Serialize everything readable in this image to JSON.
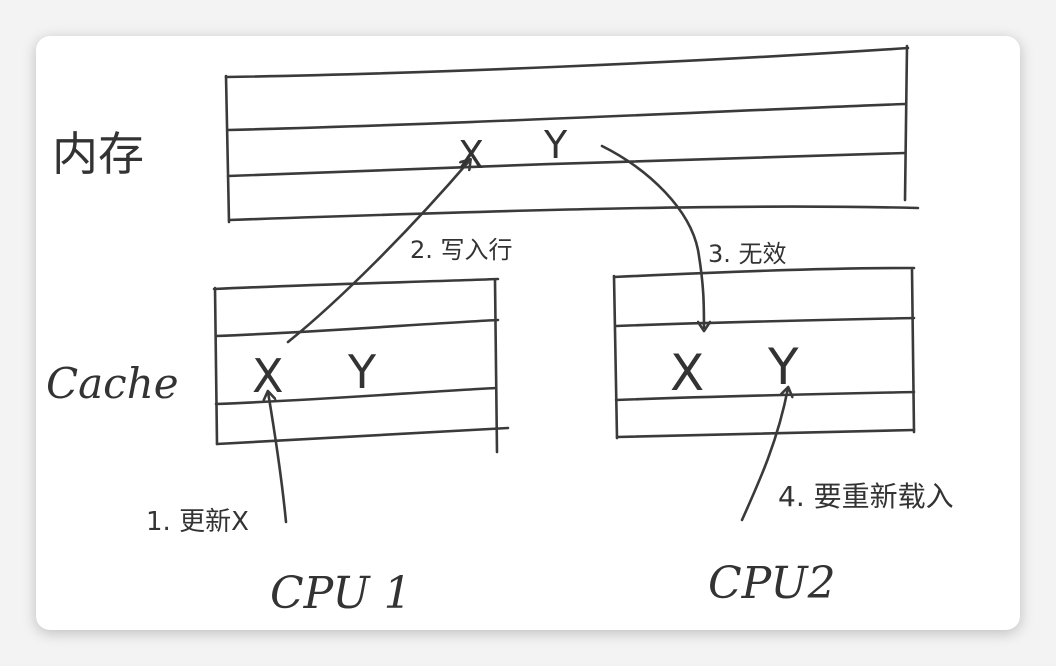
{
  "labels": {
    "memory": "内存",
    "cache": "Cache",
    "cpu1": "CPU 1",
    "cpu2": "CPU2",
    "mem_x": "X",
    "mem_y": "Y",
    "c1_x": "X",
    "c1_y": "Y",
    "c2_x": "X",
    "c2_y": "Y"
  },
  "steps": {
    "step1": "1. 更新X",
    "step2": "2. 写入行",
    "step3": "3. 无效",
    "step4": "4. 要重新载入"
  },
  "colors": {
    "ink": "#3a3a3a",
    "paper": "#ffffff",
    "background": "#f3f3f3"
  }
}
